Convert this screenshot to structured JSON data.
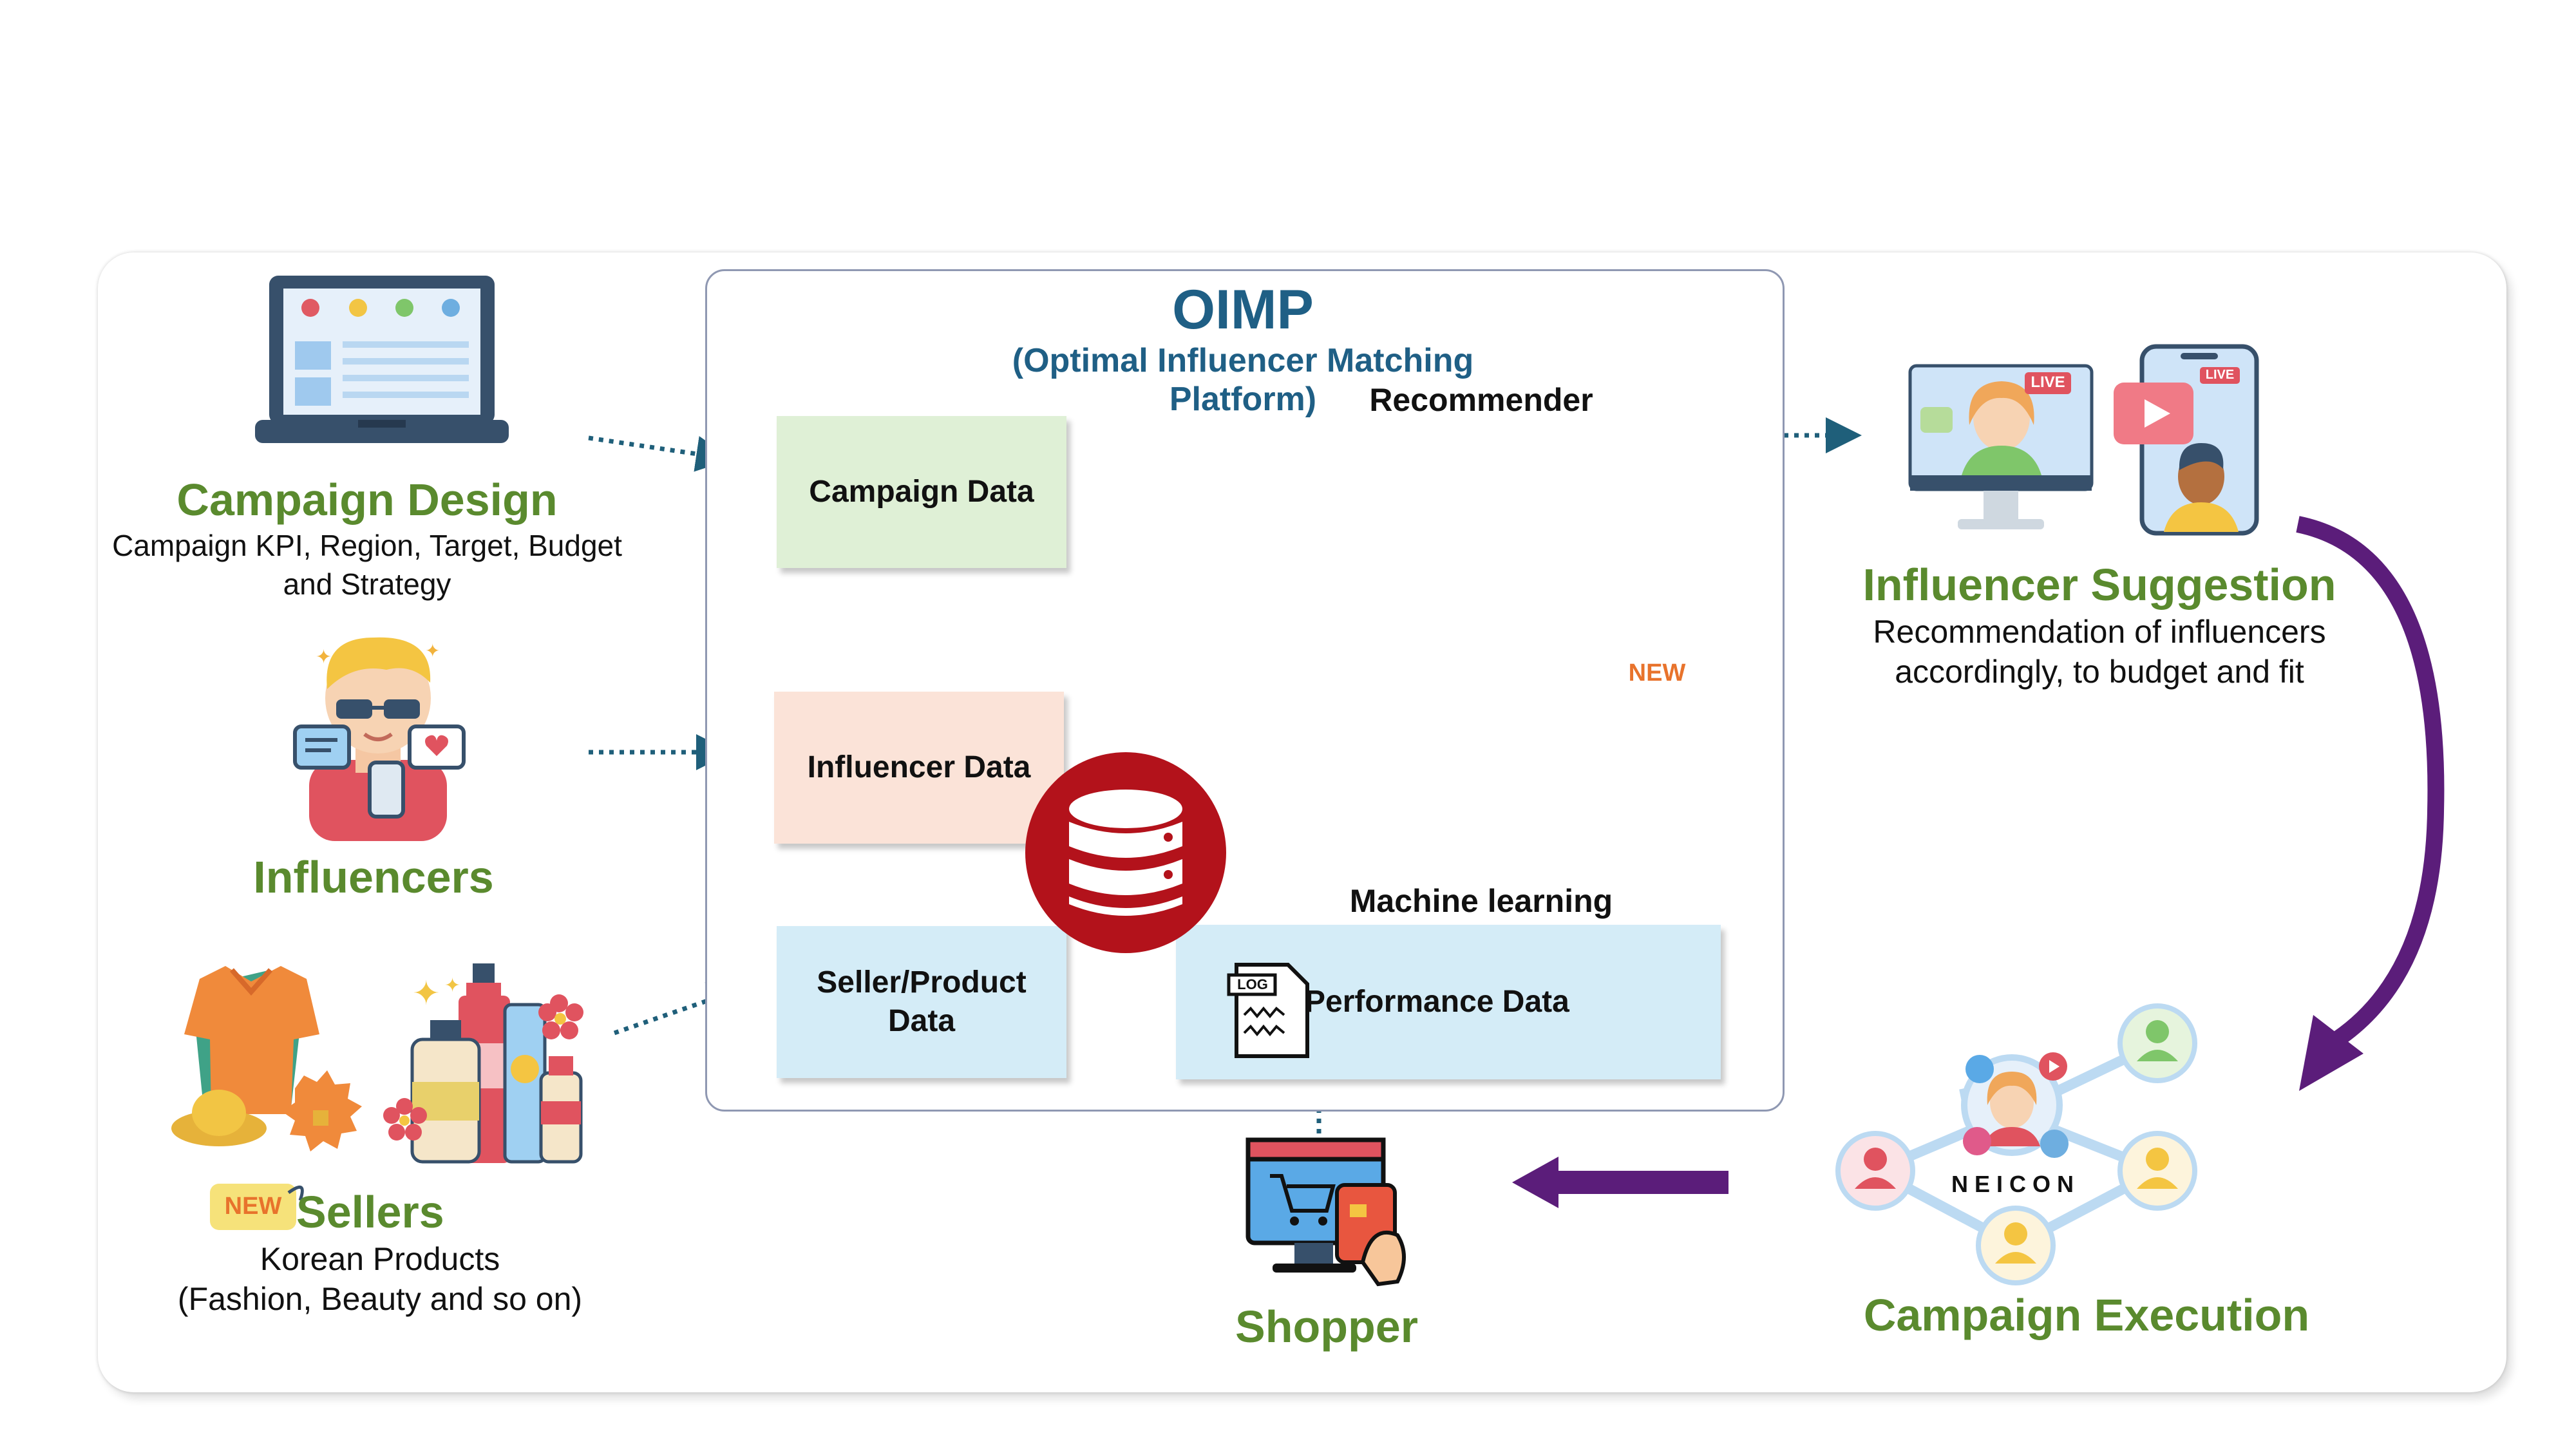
{
  "oimp": {
    "title": "OIMP",
    "subtitle_line1": "(Optimal Influencer Matching",
    "subtitle_line2": "Platform)"
  },
  "campaign_design": {
    "title": "Campaign Design",
    "desc_line1": "Campaign KPI, Region, Target, Budget",
    "desc_line2": "and Strategy"
  },
  "influencers": {
    "title": "Influencers"
  },
  "sellers": {
    "badge": "NEW",
    "title": "Sellers",
    "desc_line1": "Korean Products",
    "desc_line2": "(Fashion, Beauty and so on)"
  },
  "data_boxes": {
    "campaign": "Campaign Data",
    "influencer": "Influencer Data",
    "seller_line1": "Seller/Product",
    "seller_line2": "Data",
    "performance": "Performance Data",
    "log_label": "LOG"
  },
  "recommender": {
    "title": "Recommender"
  },
  "machine_learning": {
    "title": "Machine learning",
    "badge": "NEW"
  },
  "influencer_suggestion": {
    "title": "Influencer Suggestion",
    "desc_line1": "Recommendation of influencers",
    "desc_line2": "accordingly, to budget and fit",
    "live_label": "LIVE"
  },
  "campaign_execution": {
    "title": "Campaign Execution",
    "brand": "NEICON"
  },
  "shopper": {
    "title": "Shopper"
  },
  "colors": {
    "green_title": "#5a8a2e",
    "oimp_blue": "#1f5f85",
    "arrow_teal": "#1f5f7a",
    "purple_arrow": "#5b1d7a",
    "db_red": "#b3121b",
    "campaign_box": "#dff0d6",
    "influencer_box": "#fbe3d8",
    "seller_box": "#d4ecf7"
  }
}
